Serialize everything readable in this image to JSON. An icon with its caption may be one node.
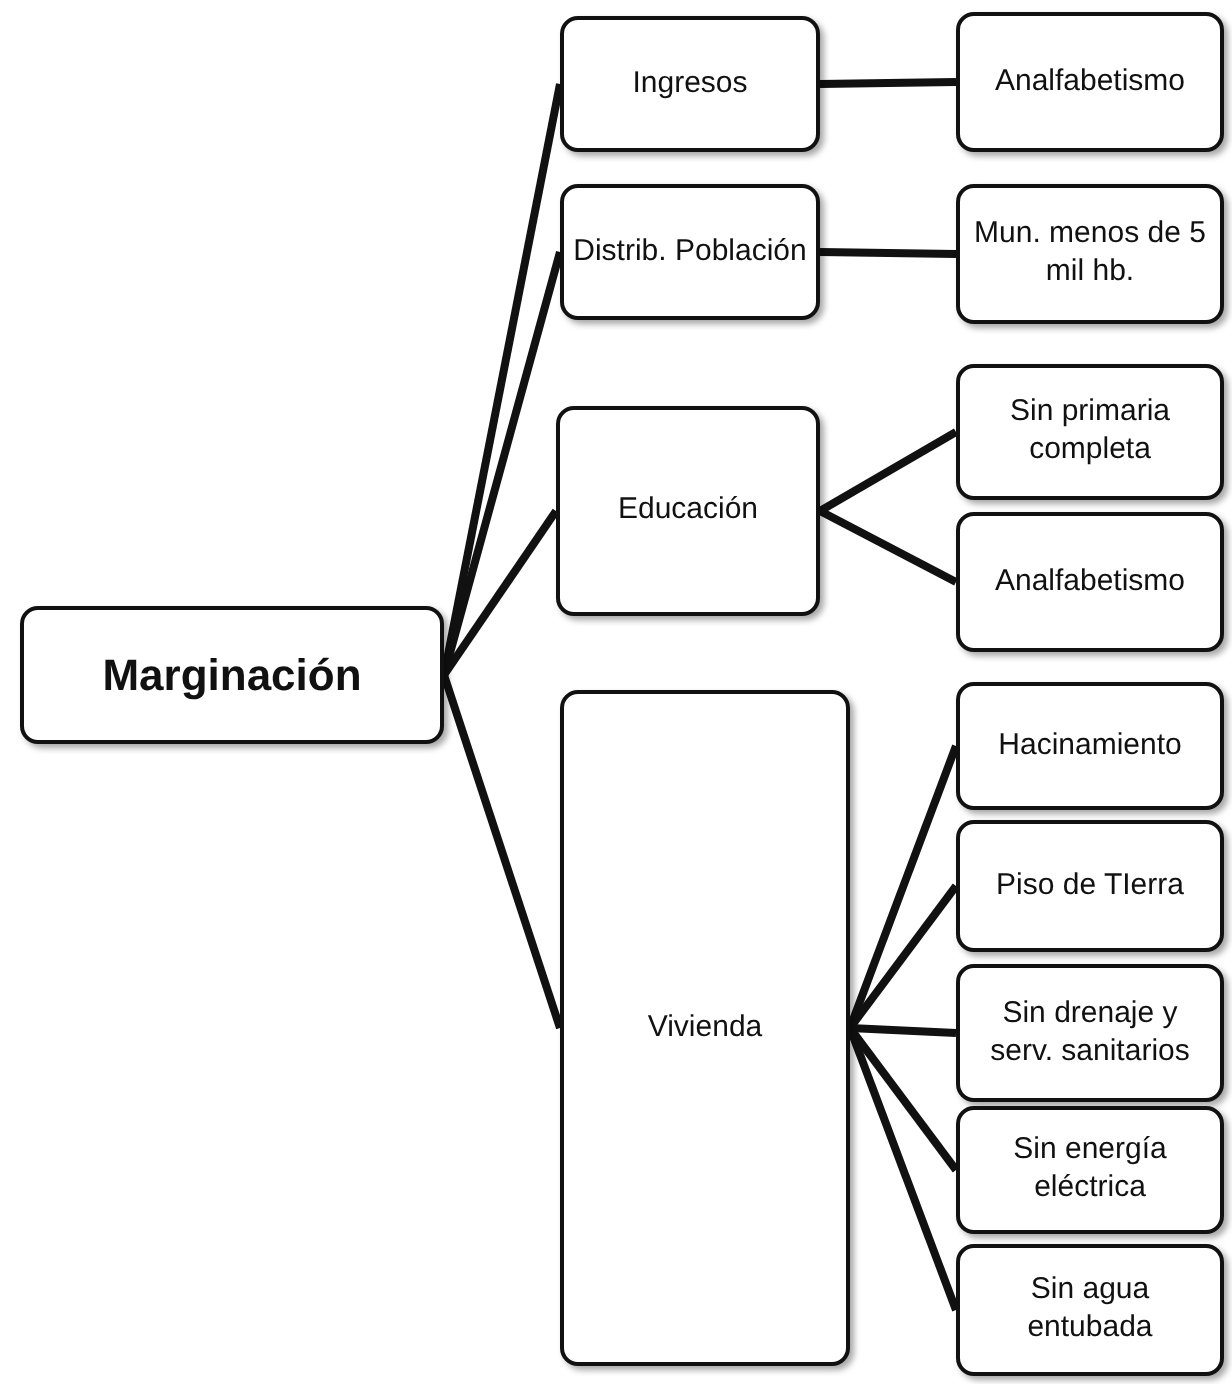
{
  "diagram": {
    "nodes": [
      {
        "text": [
          "Marginación"
        ]
      },
      {
        "text": [
          "Ingresos"
        ]
      },
      {
        "text": [
          "Analfabetismo"
        ]
      },
      {
        "text": [
          "Distrib. Población"
        ]
      },
      {
        "text": [
          "Mun. menos de 5 mil hb."
        ]
      },
      {
        "text": [
          "Educación"
        ]
      },
      {
        "text": [
          "Sin primaria completa"
        ]
      },
      {
        "text": [
          "Analfabetismo"
        ]
      },
      {
        "text": [
          "Vivienda"
        ]
      },
      {
        "text": [
          "Hacinamiento"
        ]
      },
      {
        "text": [
          "Piso de TIerra"
        ]
      },
      {
        "text": [
          "Sin drenaje y serv. sanitarios"
        ]
      },
      {
        "text": [
          "Sin energía eléctrica"
        ]
      },
      {
        "text": [
          "Sin agua entubada"
        ]
      }
    ],
    "edges": [
      {
        "from": 0,
        "to": 1,
        "arrow": "none"
      },
      {
        "from": 0,
        "to": 3,
        "arrow": "none"
      },
      {
        "from": 0,
        "to": 5,
        "arrow": "none"
      },
      {
        "from": 0,
        "to": 8,
        "arrow": "none"
      },
      {
        "from": 1,
        "to": 2,
        "arrow": "none"
      },
      {
        "from": 3,
        "to": 4,
        "arrow": "none"
      },
      {
        "from": 5,
        "to": 6,
        "arrow": "none"
      },
      {
        "from": 5,
        "to": 7,
        "arrow": "none"
      },
      {
        "from": 8,
        "to": 9,
        "arrow": "none"
      },
      {
        "from": 8,
        "to": 10,
        "arrow": "none"
      },
      {
        "from": 8,
        "to": 11,
        "arrow": "none"
      },
      {
        "from": 8,
        "to": 12,
        "arrow": "none"
      },
      {
        "from": 8,
        "to": 13,
        "arrow": "none"
      }
    ]
  }
}
